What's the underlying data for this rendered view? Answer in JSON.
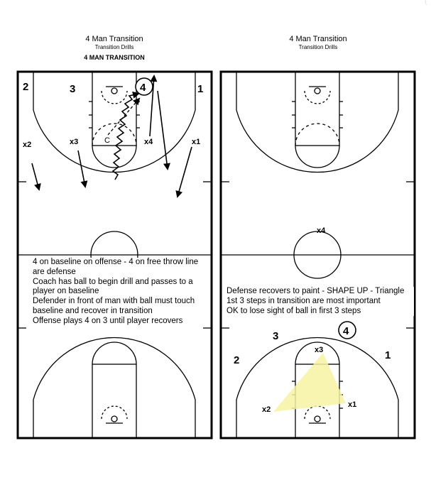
{
  "left": {
    "header": {
      "title": "4 Man Transition",
      "subtitle": "Transition Drills",
      "heading": "4 MAN TRANSITION"
    },
    "players": {
      "p2": "2",
      "p3": "3",
      "p4": "4",
      "p1": "1",
      "coach": "C"
    },
    "defenders": {
      "x2": "x2",
      "x3": "x3",
      "x4": "x4",
      "x1": "x1"
    },
    "notes": [
      "4 on baseline on offense - 4 on free throw line are defense",
      "Coach has ball to begin drill and passes to a player on baseline",
      "Defender in front of man with ball must touch baseline and recover in transition",
      "Offense plays 4 on 3 until player recovers"
    ]
  },
  "right": {
    "header": {
      "title": "4 Man Transition",
      "subtitle": "Transition Drills"
    },
    "players": {
      "p2": "2",
      "p3": "3",
      "p4": "4",
      "p1": "1"
    },
    "defenders": {
      "x4": "x4",
      "x3": "x3",
      "x2": "x2",
      "x1": "x1"
    },
    "notes": [
      "Defense recovers to paint - SHAPE UP - Triangle",
      "1st 3 steps in transition are most important",
      "OK to lose sight of ball in first 3 steps"
    ]
  },
  "colors": {
    "triangle": "#f6f3a2",
    "lines": "#000000"
  },
  "page_mark": "("
}
